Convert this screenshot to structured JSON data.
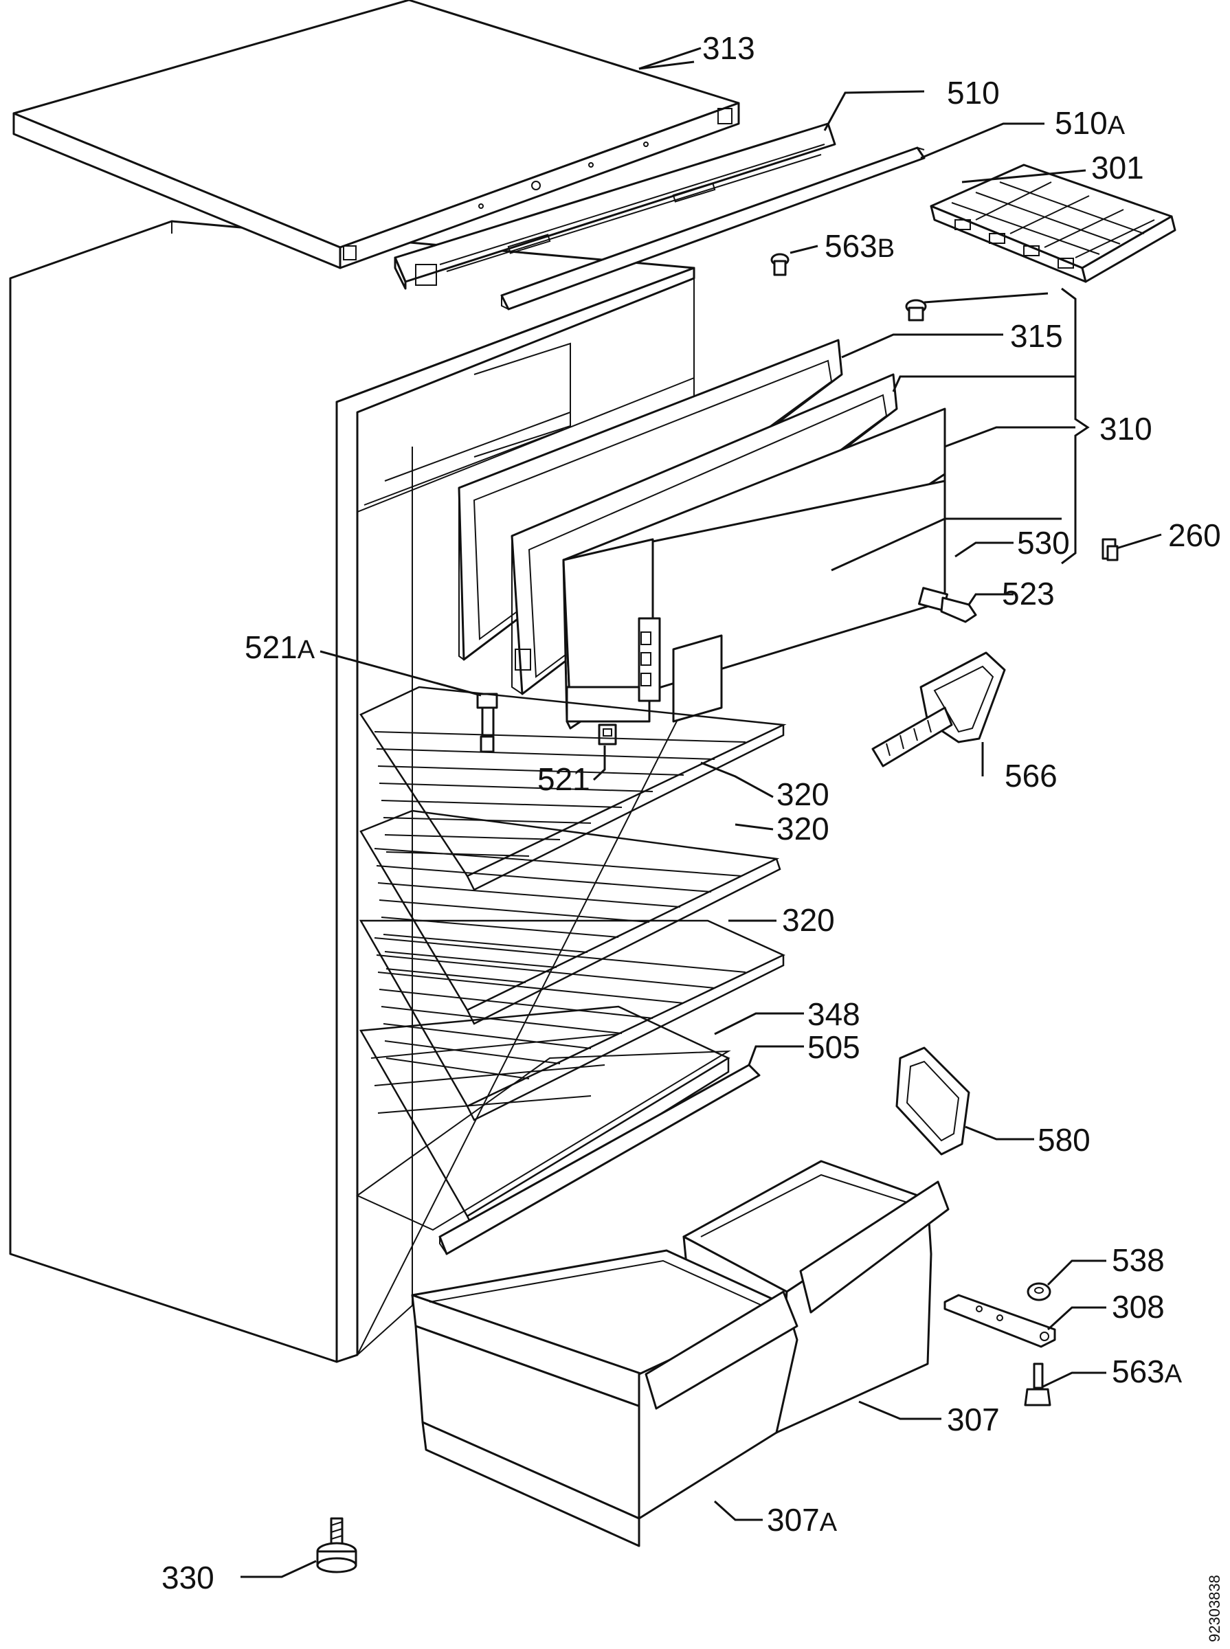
{
  "document_number": "92303838",
  "labels": [
    {
      "id": "313",
      "number": "313",
      "suffix": ""
    },
    {
      "id": "510",
      "number": "510",
      "suffix": ""
    },
    {
      "id": "510a",
      "number": "510",
      "suffix": "A"
    },
    {
      "id": "301",
      "number": "301",
      "suffix": ""
    },
    {
      "id": "563b",
      "number": "563",
      "suffix": "B"
    },
    {
      "id": "315",
      "number": "315",
      "suffix": ""
    },
    {
      "id": "310",
      "number": "310",
      "suffix": ""
    },
    {
      "id": "260",
      "number": "260",
      "suffix": ""
    },
    {
      "id": "530",
      "number": "530",
      "suffix": ""
    },
    {
      "id": "523",
      "number": "523",
      "suffix": ""
    },
    {
      "id": "521a",
      "number": "521",
      "suffix": "A"
    },
    {
      "id": "521",
      "number": "521",
      "suffix": ""
    },
    {
      "id": "566",
      "number": "566",
      "suffix": ""
    },
    {
      "id": "320-1",
      "number": "320",
      "suffix": ""
    },
    {
      "id": "320-2",
      "number": "320",
      "suffix": ""
    },
    {
      "id": "320-3",
      "number": "320",
      "suffix": ""
    },
    {
      "id": "348",
      "number": "348",
      "suffix": ""
    },
    {
      "id": "505",
      "number": "505",
      "suffix": ""
    },
    {
      "id": "580",
      "number": "580",
      "suffix": ""
    },
    {
      "id": "538",
      "number": "538",
      "suffix": ""
    },
    {
      "id": "308",
      "number": "308",
      "suffix": ""
    },
    {
      "id": "563a",
      "number": "563",
      "suffix": "A"
    },
    {
      "id": "307",
      "number": "307",
      "suffix": ""
    },
    {
      "id": "307a",
      "number": "307",
      "suffix": "A"
    },
    {
      "id": "330",
      "number": "330",
      "suffix": ""
    }
  ]
}
